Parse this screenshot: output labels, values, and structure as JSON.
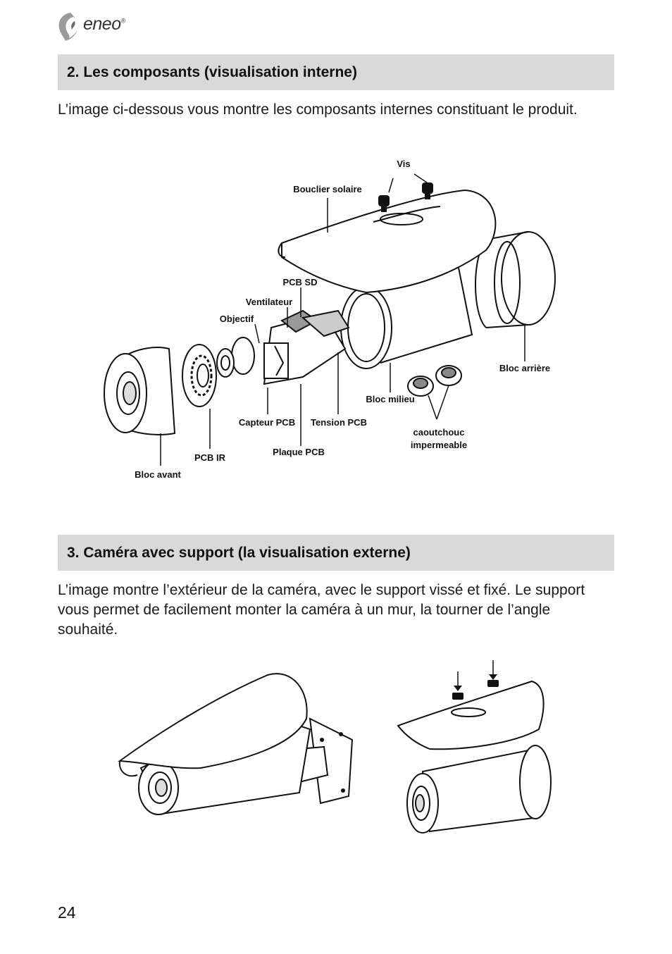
{
  "brand": {
    "logo_text": "eneo",
    "registered": "®"
  },
  "section2": {
    "title": "2. Les composants (visualisation interne)",
    "intro": "L’image ci-dessous vous montre les composants internes constituant le produit."
  },
  "diagram_labels": {
    "vis": "Vis",
    "bouclier_solaire": "Bouclier solaire",
    "pcb_sd": "PCB SD",
    "ventilateur": "Ventilateur",
    "objectif": "Objectif",
    "bloc_arriere": "Bloc arrière",
    "bloc_milieu": "Bloc milieu",
    "capteur_pcb": "Capteur PCB",
    "tension_pcb": "Tension PCB",
    "caoutchouc_line1": "caoutchouc",
    "caoutchouc_line2": "impermeable",
    "plaque_pcb": "Plaque PCB",
    "pcb_ir": "PCB IR",
    "bloc_avant": "Bloc avant"
  },
  "section3": {
    "title": "3. Caméra avec support (la visualisation externe)",
    "intro": "L’image montre l’extérieur de la caméra, avec le support vissé et fixé. Le support vous permet de facilement monter la caméra à un mur, la tourner de l’angle souhaité."
  },
  "page_number": "24"
}
